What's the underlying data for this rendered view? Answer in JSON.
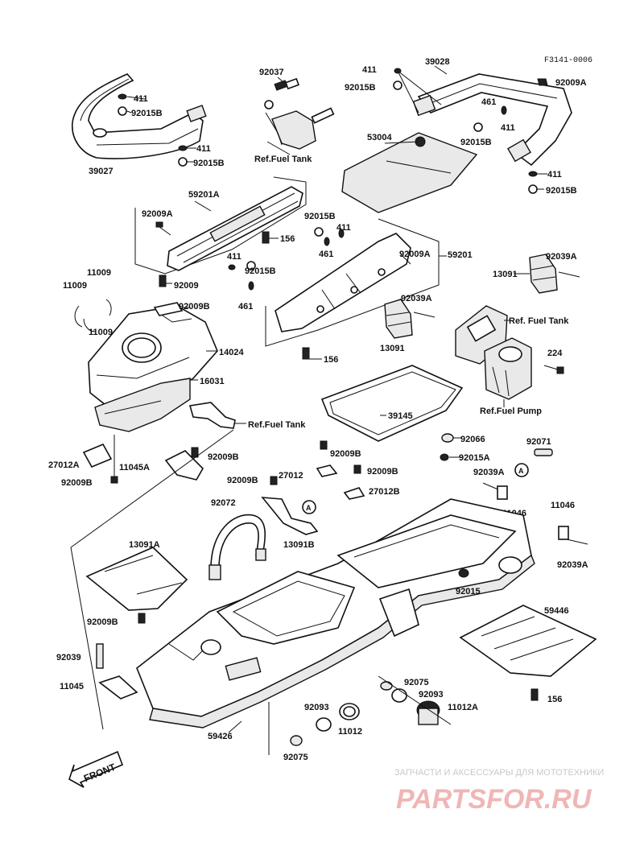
{
  "diagram_code": "F3141-0006",
  "front_label": "FRONT",
  "watermark": {
    "tagline": "ЗАПЧАСТИ И АКСЕССУАРЫ ДЛЯ МОТОТЕХНИКИ",
    "brand": "PARTSFOR.RU"
  },
  "labels": {
    "l411a": "411",
    "l92015b_a": "92015B",
    "l411b": "411",
    "l92015b_b": "92015B",
    "l39027": "39027",
    "l92037": "92037",
    "reffuel1": "Ref.Fuel Tank",
    "l411c": "411",
    "l92015b_c": "92015B",
    "l39028": "39028",
    "l92009a_a": "92009A",
    "l461a": "461",
    "l411d": "411",
    "l53004": "53004",
    "l92015b_d": "92015B",
    "l411e": "411",
    "l92015b_e": "92015B",
    "l59201a": "59201A",
    "l92009a_b": "92009A",
    "l92015b_f": "92015B",
    "l411f": "411",
    "l156a": "156",
    "l461b": "461",
    "l92009a_c": "92009A",
    "l59201": "59201",
    "l411g": "411",
    "l92015b_g": "92015B",
    "l461c": "461",
    "l92039a_a": "92039A",
    "l13091a": "13091",
    "l11009a": "11009",
    "l11009b": "11009",
    "l92009": "92009",
    "l92009b_a": "92009B",
    "l11009c": "11009",
    "l92039a_b": "92039A",
    "reffuel2": "Ref. Fuel Tank",
    "l13091b": "13091",
    "l14024": "14024",
    "l156b": "156",
    "l224": "224",
    "l16031": "16031",
    "reffuel3": "Ref.Fuel Tank",
    "l39145": "39145",
    "reffuelpump": "Ref.Fuel Pump",
    "l92066": "92066",
    "l92071": "92071",
    "l92009b_b": "92009B",
    "l27012a": "27012A",
    "l11045a": "11045A",
    "l92009b_c": "92009B",
    "l92015a": "92015A",
    "l92009b_d": "92009B",
    "l27012": "27012",
    "l92009b_e": "92009B",
    "l92039a_c": "92039A",
    "l92009b_f": "92009B",
    "l27012b": "27012B",
    "l11046a": "11046",
    "l92072": "92072",
    "l11046b": "11046",
    "l13091b2": "13091B",
    "l13091a2": "13091A",
    "l92039a_d": "92039A",
    "l92015": "92015",
    "l59446": "59446",
    "l92009b_g": "92009B",
    "l92039": "92039",
    "l11045": "11045",
    "l92075a": "92075",
    "l92093a": "92093",
    "l92093b": "92093",
    "l11012a": "11012A",
    "l11012": "11012",
    "l156c": "156",
    "l59426": "59426",
    "l92075b": "92075",
    "circle_a": "A"
  }
}
